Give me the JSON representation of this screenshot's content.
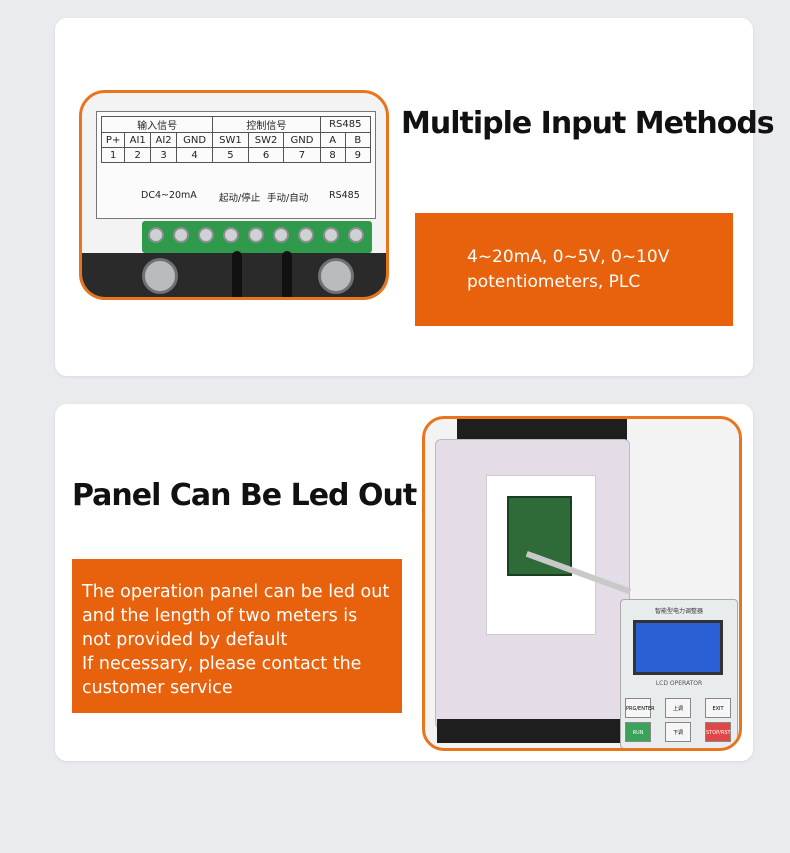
{
  "section1": {
    "heading": "Multiple Input Methods",
    "box_lines": [
      "4~20mA, 0~5V, 0~10V",
      "potentiometers, PLC"
    ],
    "terminal_labels": {
      "groups": [
        "输入信号",
        "控制信号",
        "RS485"
      ],
      "names": [
        "P+",
        "AI1",
        "AI2",
        "GND",
        "SW1",
        "SW2",
        "GND",
        "A",
        "B"
      ],
      "numbers": [
        "1",
        "2",
        "3",
        "4",
        "5",
        "6",
        "7",
        "8",
        "9"
      ],
      "bottom_texts": [
        "DC4~20mA",
        "起动/停止",
        "手动/自动",
        "RS485"
      ]
    }
  },
  "section2": {
    "heading": "Panel Can Be Led Out",
    "box_lines": [
      "The operation panel can be led out",
      "and the length of two meters is",
      "not provided by default",
      "If necessary, please contact the",
      "customer service"
    ],
    "operator": {
      "title": "智能型电力调整器",
      "subtitle": "LCD OPERATOR",
      "keys": [
        "PRG/ENTER",
        "上调",
        "EXIT",
        "RUN",
        "下调",
        "STOP/RST"
      ]
    }
  },
  "colors": {
    "accent": "#e8620e",
    "frame": "#e8741e",
    "background": "#e9ebee"
  }
}
